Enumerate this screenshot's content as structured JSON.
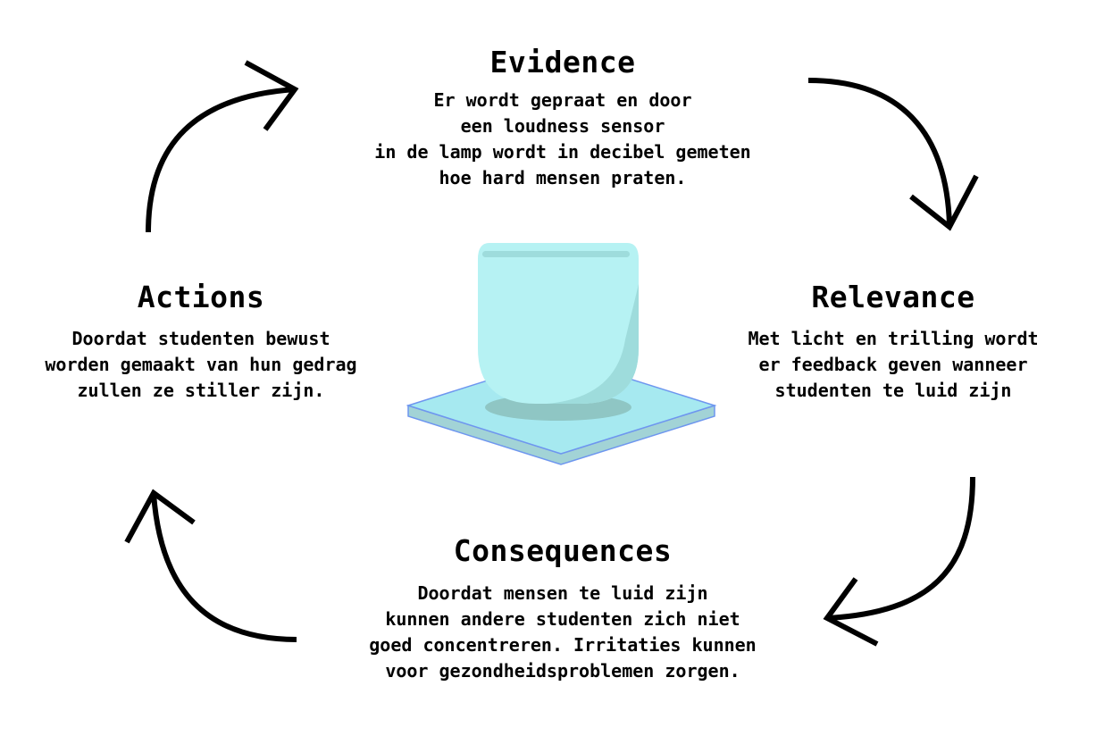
{
  "evidence": {
    "title": "Evidence",
    "lines": [
      "Er wordt gepraat en door",
      "een loudness sensor",
      "in de lamp wordt in decibel gemeten",
      "hoe hard mensen praten."
    ]
  },
  "relevance": {
    "title": "Relevance",
    "lines": [
      "Met licht en trilling wordt",
      "er feedback geven wanneer",
      "studenten te luid zijn"
    ]
  },
  "consequences": {
    "title": "Consequences",
    "lines": [
      "Doordat mensen te luid zijn",
      "kunnen andere studenten zich niet",
      "goed concentreren. Irritaties kunnen",
      "voor gezondheidsproblemen zorgen."
    ]
  },
  "actions": {
    "title": "Actions",
    "lines": [
      "Doordat studenten bewust",
      "worden gemaakt van hun gedrag",
      "zullen ze stiller zijn."
    ]
  },
  "icons": {
    "center": "lamp-illustration-icon",
    "arrows": [
      "arrow-to-evidence-icon",
      "arrow-to-relevance-icon",
      "arrow-to-consequences-icon",
      "arrow-to-actions-icon"
    ]
  },
  "colors": {
    "text": "#000000",
    "lamp_body": "#b6f2f3",
    "lamp_shade": "#9edcdc",
    "lamp_highlight": "#8fc6c4",
    "base_top": "#a6e9f0",
    "base_edge": "#6e96ef",
    "base_side": "#a2d3d6",
    "arrow": "#000000"
  }
}
